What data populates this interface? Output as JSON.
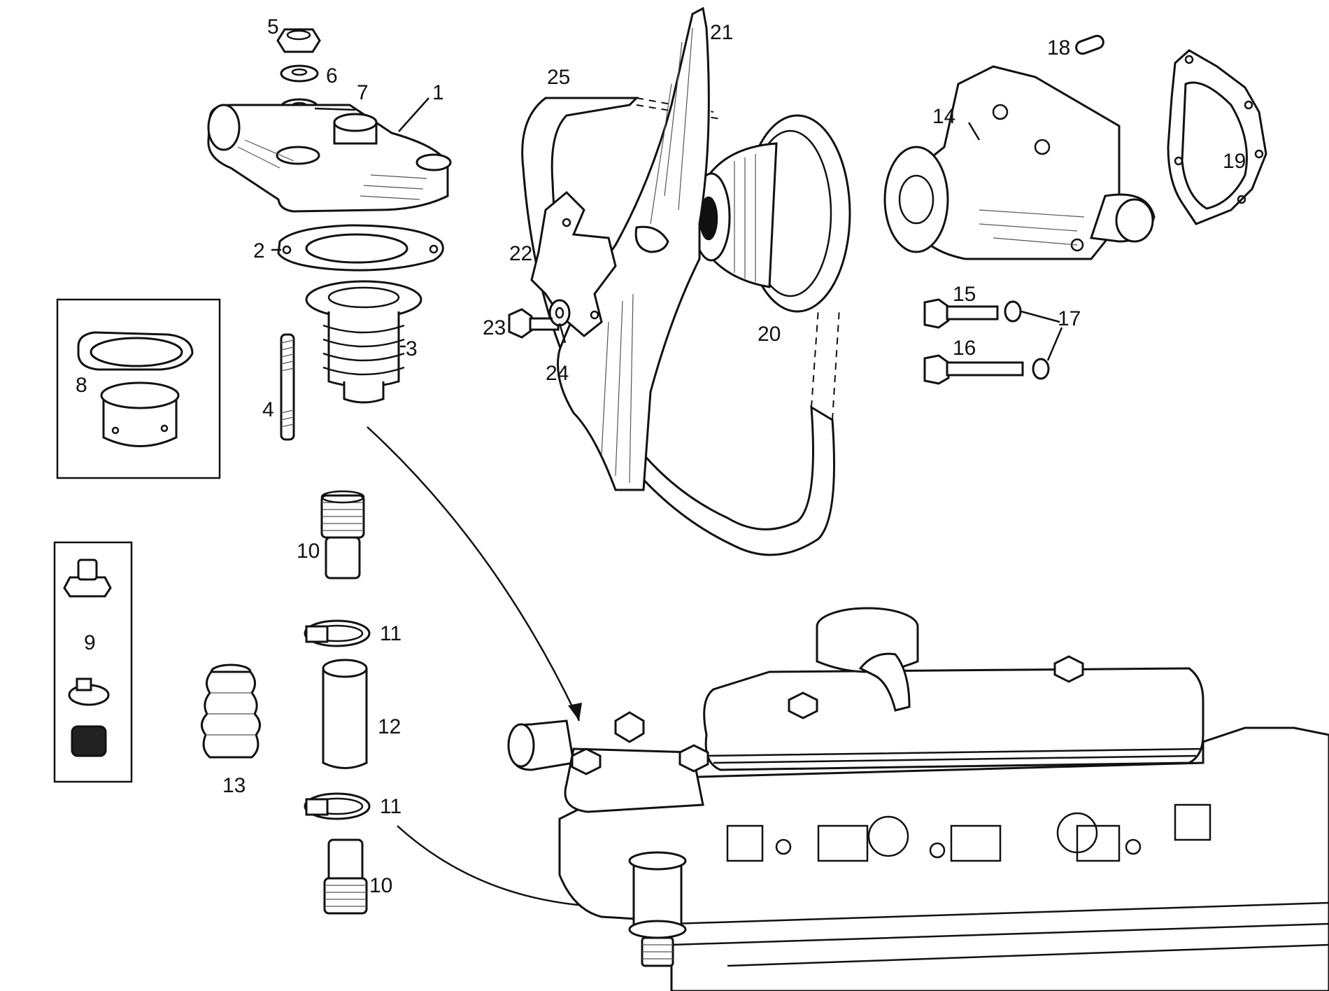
{
  "labels": {
    "p1": "1",
    "p2": "2",
    "p3": "3",
    "p4": "4",
    "p5": "5",
    "p6": "6",
    "p7": "7",
    "p8": "8",
    "p9": "9",
    "p10a": "10",
    "p10b": "10",
    "p11a": "11",
    "p11b": "11",
    "p12": "12",
    "p13": "13",
    "p14": "14",
    "p15": "15",
    "p16": "16",
    "p17": "17",
    "p18": "18",
    "p19": "19",
    "p20": "20",
    "p21": "21",
    "p22": "22",
    "p23": "23",
    "p24": "24",
    "p25": "25"
  },
  "colors": {
    "ink": "#111111",
    "paper": "#ffffff"
  }
}
